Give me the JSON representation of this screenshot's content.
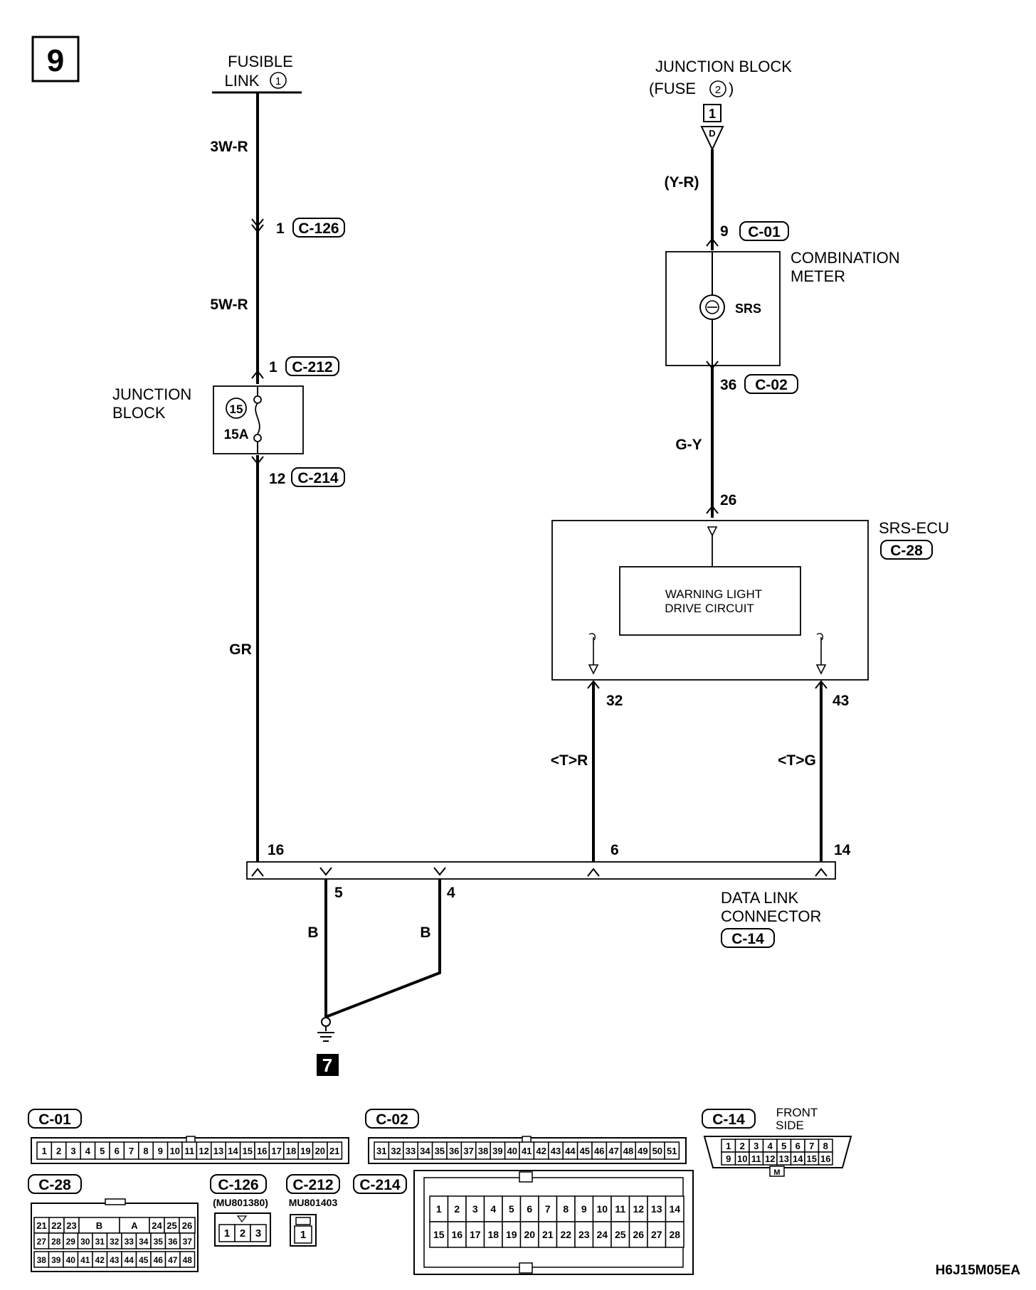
{
  "page_number": "9",
  "diagram_code": "H6J15M05EA",
  "fusible_link": {
    "line1": "FUSIBLE",
    "line2": "LINK",
    "num": "1"
  },
  "junction_block_top": {
    "line1": "JUNCTION BLOCK",
    "line2_prefix": "(FUSE",
    "num": "2",
    "line2_suffix": ")",
    "box": "1",
    "conn": "D"
  },
  "junction_block_left": {
    "line1": "JUNCTION",
    "line2": "BLOCK",
    "fuse_num": "15",
    "amp": "15A"
  },
  "combination_meter": {
    "line1": "COMBINATION",
    "line2": "METER",
    "lamp": "SRS"
  },
  "srs_ecu": {
    "name": "SRS-ECU",
    "conn": "C-28",
    "circuit_line1": "WARNING LIGHT",
    "circuit_line2": "DRIVE CIRCUIT"
  },
  "data_link": {
    "line1": "DATA LINK",
    "line2": "CONNECTOR",
    "conn": "C-14"
  },
  "ground": "7",
  "wires": {
    "w1": "3W-R",
    "w2": "5W-R",
    "w3": "GR",
    "w4": "(Y-R)",
    "w5": "G-Y",
    "w6": "<T>R",
    "w7": "<T>G",
    "w8": "B",
    "w9": "B"
  },
  "pins": {
    "p_c126": "1",
    "c_c126": "C-126",
    "p_c212": "1",
    "c_c212": "C-212",
    "p_c214": "12",
    "c_c214": "C-214",
    "p_c01": "9",
    "c_c01": "C-01",
    "p_c02": "36",
    "c_c02": "C-02",
    "p_26": "26",
    "p_32": "32",
    "p_43": "43",
    "p_16": "16",
    "p_6": "6",
    "p_14": "14",
    "p_5": "5",
    "p_4": "4"
  },
  "connectors": {
    "c01": {
      "label": "C-01",
      "pins": [
        "1",
        "2",
        "3",
        "4",
        "5",
        "6",
        "7",
        "8",
        "9",
        "10",
        "11",
        "12",
        "13",
        "14",
        "15",
        "16",
        "17",
        "18",
        "19",
        "20",
        "21"
      ]
    },
    "c02": {
      "label": "C-02",
      "pins": [
        "31",
        "32",
        "33",
        "34",
        "35",
        "36",
        "37",
        "38",
        "39",
        "40",
        "41",
        "42",
        "43",
        "44",
        "45",
        "46",
        "47",
        "48",
        "49",
        "50",
        "51"
      ]
    },
    "c14": {
      "label": "C-14",
      "front": "FRONT",
      "side": "SIDE",
      "row1": [
        "1",
        "2",
        "3",
        "4",
        "5",
        "6",
        "7",
        "8"
      ],
      "row2": [
        "9",
        "10",
        "11",
        "12",
        "13",
        "14",
        "15",
        "16"
      ],
      "mark": "M"
    },
    "c28": {
      "label": "C-28",
      "row1": [
        "21",
        "22",
        "23",
        "B",
        "A",
        "24",
        "25",
        "26"
      ],
      "row2": [
        "27",
        "28",
        "29",
        "30",
        "31",
        "32",
        "33",
        "34",
        "35",
        "36",
        "37"
      ],
      "row3": [
        "38",
        "39",
        "40",
        "41",
        "42",
        "43",
        "44",
        "45",
        "46",
        "47",
        "48"
      ]
    },
    "c126": {
      "label": "C-126",
      "part": "(MU801380)",
      "pins": [
        "1",
        "2",
        "3"
      ]
    },
    "c212": {
      "label": "C-212",
      "part": "MU801403",
      "pins": [
        "1"
      ]
    },
    "c214": {
      "label": "C-214",
      "row1": [
        "1",
        "2",
        "3",
        "4",
        "5",
        "6",
        "7",
        "8",
        "9",
        "10",
        "11",
        "12",
        "13",
        "14"
      ],
      "row2": [
        "15",
        "16",
        "17",
        "18",
        "19",
        "20",
        "21",
        "22",
        "23",
        "24",
        "25",
        "26",
        "27",
        "28"
      ]
    }
  }
}
